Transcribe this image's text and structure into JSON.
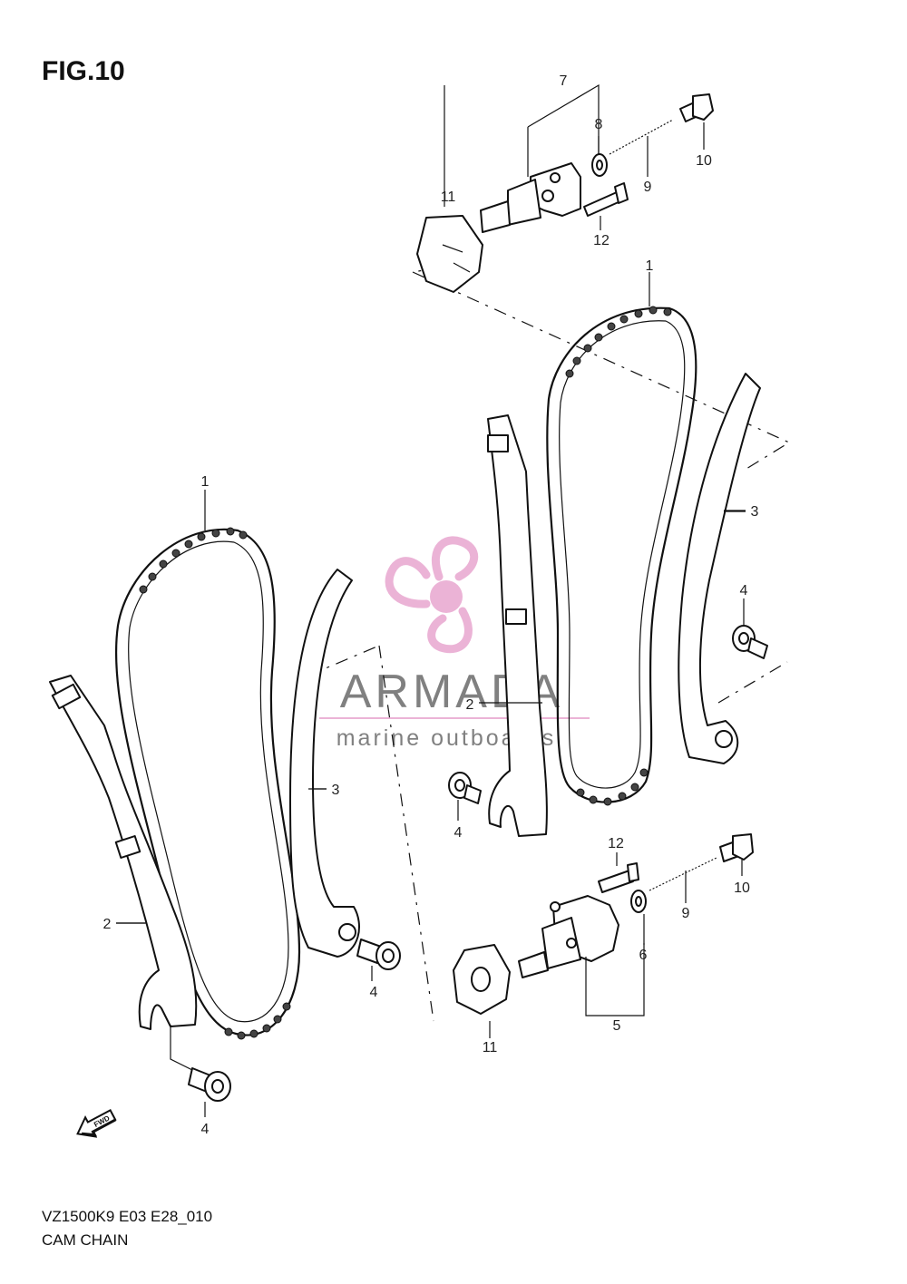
{
  "figure": {
    "title": "FIG.10",
    "model_code": "VZ1500K9  E03  E28_010",
    "name": "CAM CHAIN"
  },
  "watermark": {
    "brand": "ARMADA",
    "tagline": "marine outboards",
    "logo_color": "#e8a6cf",
    "text_color": "#6b6b6b"
  },
  "callouts": {
    "c1_left": "1",
    "c1_right": "1",
    "c2_left": "2",
    "c2_right": "2",
    "c3_left": "3",
    "c3_right": "3",
    "c4_a": "4",
    "c4_b": "4",
    "c4_c": "4",
    "c4_d": "4",
    "c5": "5",
    "c6": "6",
    "c7": "7",
    "c8": "8",
    "c9_top": "9",
    "c9_bottom": "9",
    "c10_top": "10",
    "c10_bottom": "10",
    "c11_top": "11",
    "c11_bottom": "11",
    "c12_top": "12",
    "c12_bottom": "12"
  },
  "fwd_label": "FWD",
  "icons": [
    "fwd-arrow-icon",
    "armada-propeller-logo-icon"
  ]
}
